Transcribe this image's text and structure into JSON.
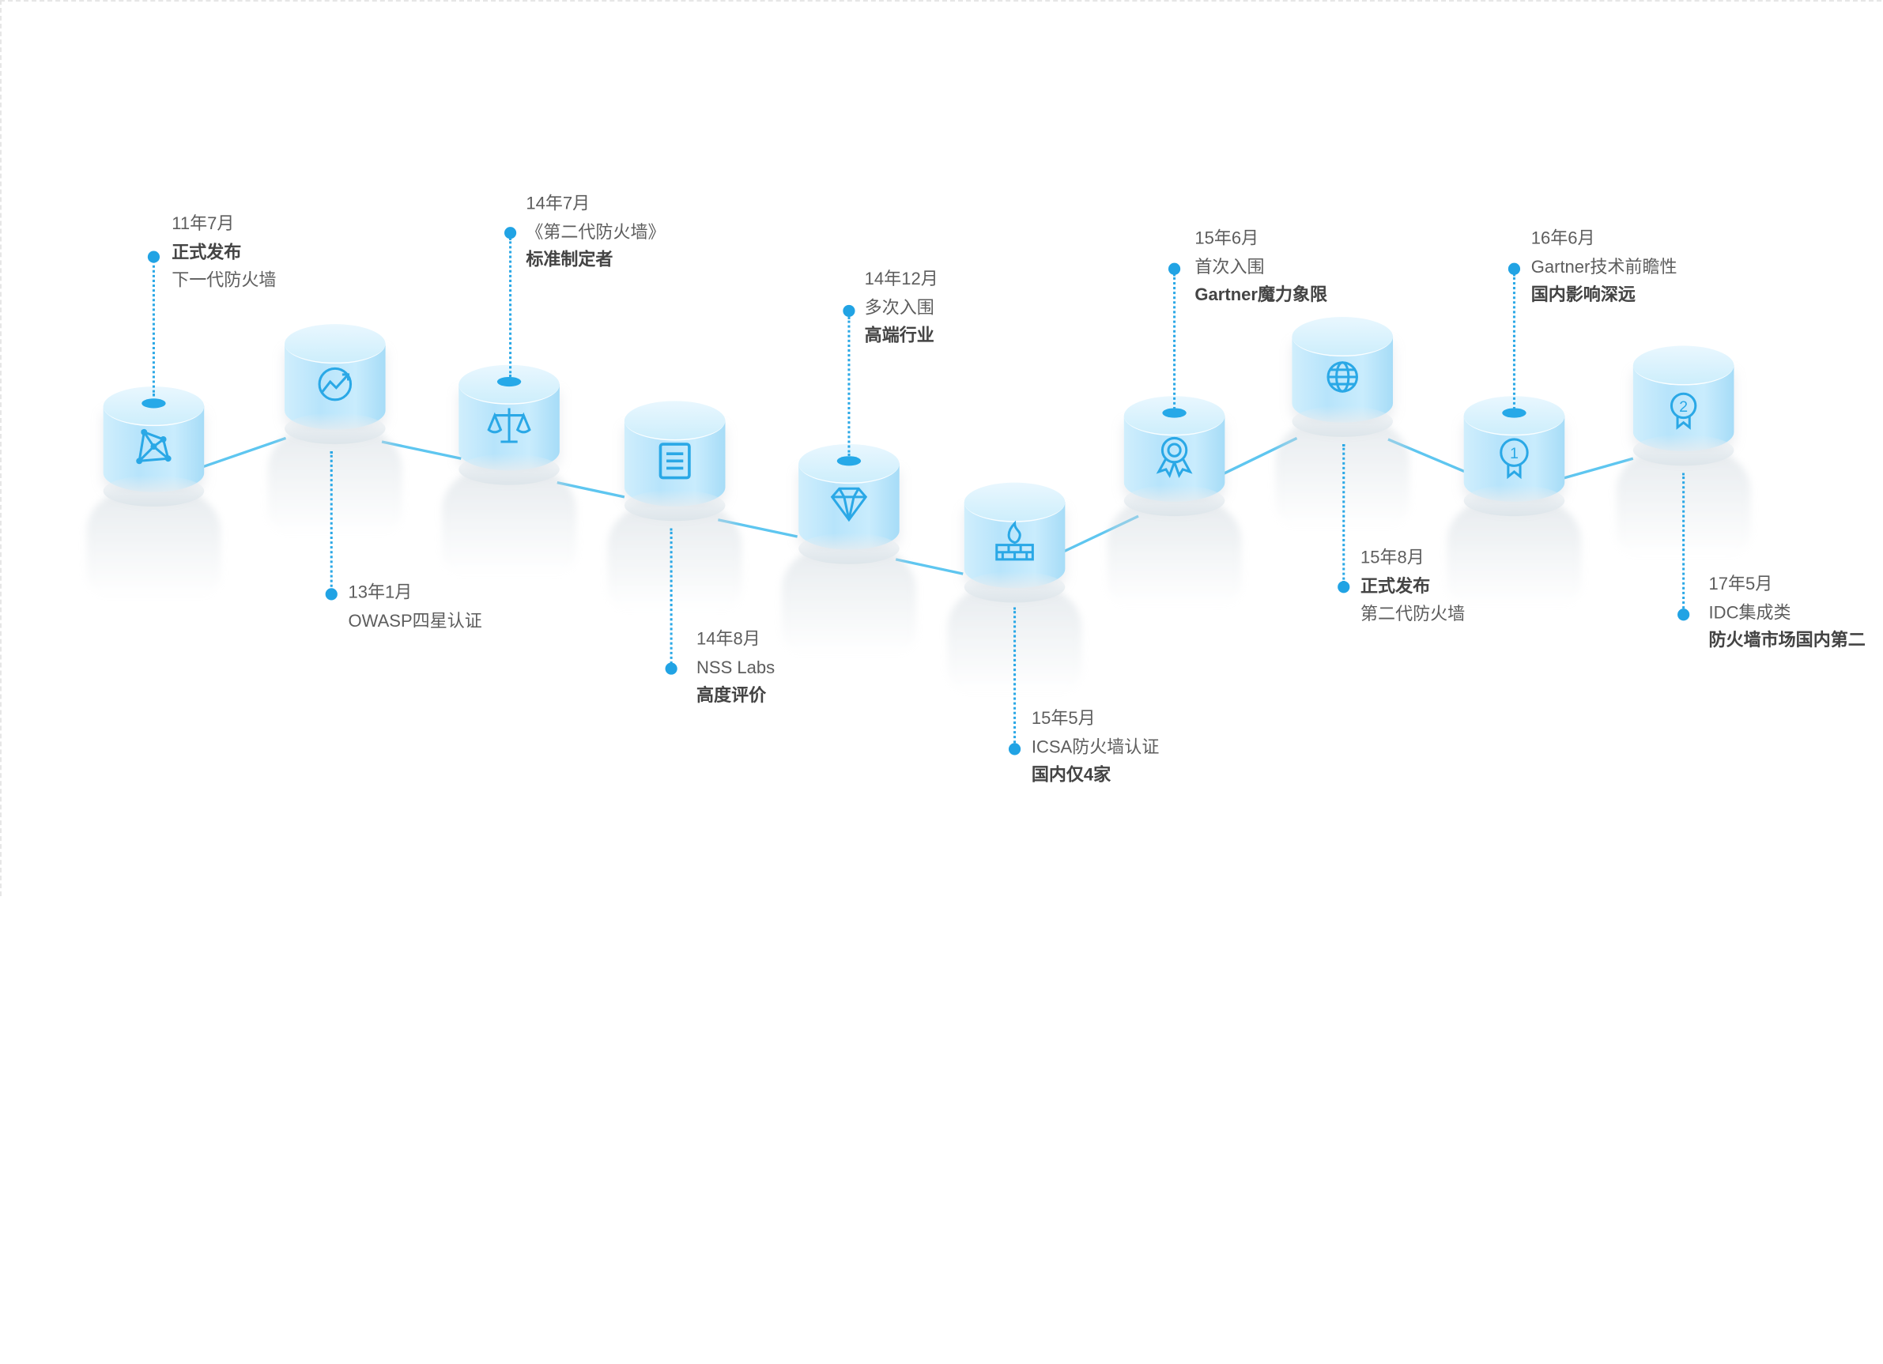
{
  "colors": {
    "accent": "#21a3e4",
    "line": "#5ec6f0",
    "text": "#5d5d5d",
    "cylinder": "#bfe8fc"
  },
  "milestones": [
    {
      "date": "11年7月",
      "line1": "正式发布",
      "line2": "下一代防火墙",
      "bold_line": 1,
      "icon": "network-icon"
    },
    {
      "date": "13年1月",
      "line1": "OWASP四星认证",
      "line2": "",
      "bold_line": 0,
      "icon": "chart-trend-icon"
    },
    {
      "date": "14年7月",
      "line1": "《第二代防火墙》",
      "line2": "标准制定者",
      "bold_line": 2,
      "icon": "scales-icon"
    },
    {
      "date": "14年8月",
      "line1": "NSS Labs",
      "line2": "高度评价",
      "bold_line": 2,
      "icon": "document-icon"
    },
    {
      "date": "14年12月",
      "line1": "多次入围",
      "line2": "高端行业",
      "bold_line": 2,
      "icon": "diamond-icon"
    },
    {
      "date": "15年5月",
      "line1": "ICSA防火墙认证",
      "line2": "国内仅4家",
      "bold_line": 2,
      "icon": "firewall-icon"
    },
    {
      "date": "15年6月",
      "line1": "首次入围",
      "line2": "Gartner魔力象限",
      "bold_line": 2,
      "icon": "ribbon-award-icon"
    },
    {
      "date": "15年8月",
      "line1": "正式发布",
      "line2": "第二代防火墙",
      "bold_line": 1,
      "icon": "globe-icon"
    },
    {
      "date": "16年6月",
      "line1": "Gartner技术前瞻性",
      "line2": "国内影响深远",
      "bold_line": 2,
      "icon": "medal-first-icon"
    },
    {
      "date": "17年5月",
      "line1": "IDC集成类",
      "line2": "防火墙市场国内第二",
      "bold_line": 0,
      "icon": "medal-second-icon"
    }
  ]
}
